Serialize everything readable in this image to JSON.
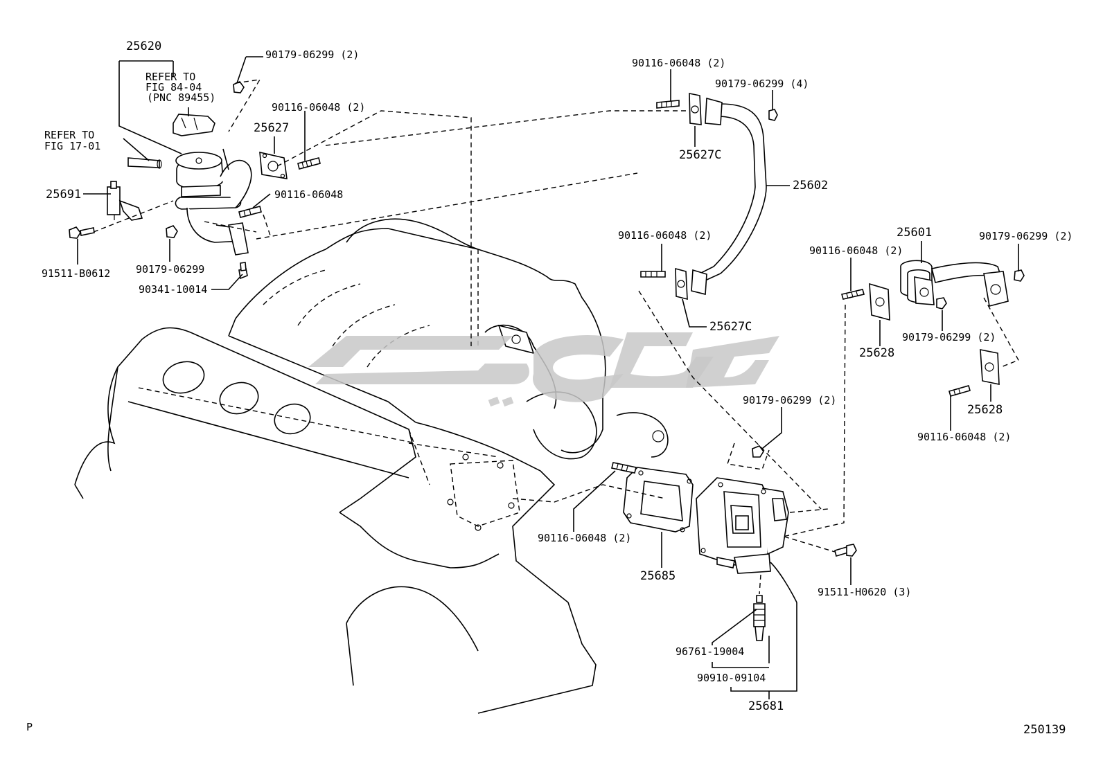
{
  "labels": {
    "l25620": "25620",
    "refer1a": "REFER TO",
    "refer1b": "FIG 84-04",
    "refer1c": "(PNC 89455)",
    "refer2a": "REFER TO",
    "refer2b": "FIG 17-01",
    "l25691": "25691",
    "l91511b": "91511-B0612",
    "l90179_a": "90179-06299 (2)",
    "l90116_a": "90116-06048 (2)",
    "l25627": "25627",
    "l90116_b": "90116-06048",
    "l90179_b": "90179-06299",
    "l90341": "90341-10014",
    "l90116_c": "90116-06048 (2)",
    "l90179_c": "90179-06299 (4)",
    "l25627c_a": "25627C",
    "l25602": "25602",
    "l90116_d": "90116-06048 (2)",
    "l25627c_b": "25627C",
    "l25601": "25601",
    "l90179_d": "90179-06299 (2)",
    "l90116_e": "90116-06048 (2)",
    "l90179_e": "90179-06299 (2)",
    "l25628_a": "25628",
    "l25628_b": "25628",
    "l90116_f": "90116-06048 (2)",
    "l90179_f": "90179-06299 (2)",
    "l90116_g": "90116-06048 (2)",
    "l25685": "25685",
    "l91511h": "91511-H0620 (3)",
    "l96761": "96761-19004",
    "l90910": "90910-09104",
    "l25681": "25681",
    "corner_left": "P",
    "corner_right": "250139"
  },
  "icons": [
    "egr-valve-icon",
    "vsv-icon",
    "bolt-icon",
    "nut-icon",
    "stud-icon",
    "gasket-icon",
    "pipe-icon",
    "spark-plug-icon",
    "watermark-logo"
  ],
  "colors": {
    "line": "#000000",
    "watermark": "#c8c8c8",
    "background": "#ffffff"
  }
}
